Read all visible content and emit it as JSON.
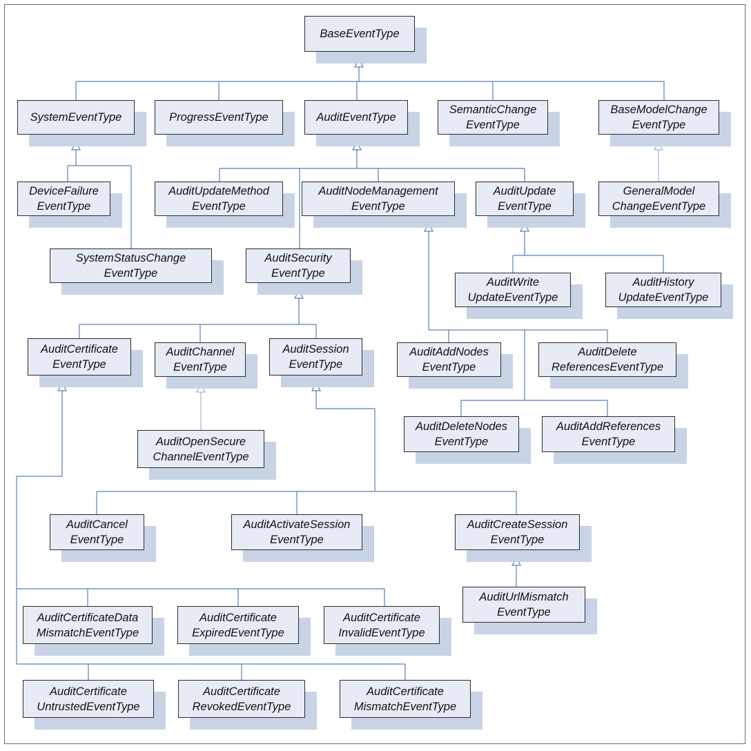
{
  "diagram": {
    "nodes": {
      "base": [
        "BaseEventType"
      ],
      "system": [
        "SystemEventType"
      ],
      "progress": [
        "ProgressEventType"
      ],
      "audit": [
        "AuditEventType"
      ],
      "semantic": [
        "SemanticChange",
        "EventType"
      ],
      "basemodel": [
        "BaseModelChange",
        "EventType"
      ],
      "devicefailure": [
        "DeviceFailure",
        "EventType"
      ],
      "updatemethod": [
        "AuditUpdateMethod",
        "EventType"
      ],
      "nodemgmt": [
        "AuditNodeManagement",
        "EventType"
      ],
      "update": [
        "AuditUpdate",
        "EventType"
      ],
      "generalmodel": [
        "GeneralModel",
        "ChangeEventType"
      ],
      "sysstatus": [
        "SystemStatusChange",
        "EventType"
      ],
      "security": [
        "AuditSecurity",
        "EventType"
      ],
      "write": [
        "AuditWrite",
        "UpdateEventType"
      ],
      "history": [
        "AuditHistory",
        "UpdateEventType"
      ],
      "certificate": [
        "AuditCertificate",
        "EventType"
      ],
      "channel": [
        "AuditChannel",
        "EventType"
      ],
      "session": [
        "AuditSession",
        "EventType"
      ],
      "addnodes": [
        "AuditAddNodes",
        "EventType"
      ],
      "deleterefs": [
        "AuditDelete",
        "ReferencesEventType"
      ],
      "opensecure": [
        "AuditOpenSecure",
        "ChannelEventType"
      ],
      "deletenodes": [
        "AuditDeleteNodes",
        "EventType"
      ],
      "addrefs": [
        "AuditAddReferences",
        "EventType"
      ],
      "cancel": [
        "AuditCancel",
        "EventType"
      ],
      "activate": [
        "AuditActivateSession",
        "EventType"
      ],
      "createsession": [
        "AuditCreateSession",
        "EventType"
      ],
      "urlmismatch": [
        "AuditUrlMismatch",
        "EventType"
      ],
      "certdata": [
        "AuditCertificateData",
        "MismatchEventType"
      ],
      "certexpired": [
        "AuditCertificate",
        "ExpiredEventType"
      ],
      "certinvalid": [
        "AuditCertificate",
        "InvalidEventType"
      ],
      "certuntrusted": [
        "AuditCertificate",
        "UntrustedEventType"
      ],
      "certrevoked": [
        "AuditCertificate",
        "RevokedEventType"
      ],
      "certmismatch": [
        "AuditCertificate",
        "MismatchEventType"
      ]
    }
  }
}
